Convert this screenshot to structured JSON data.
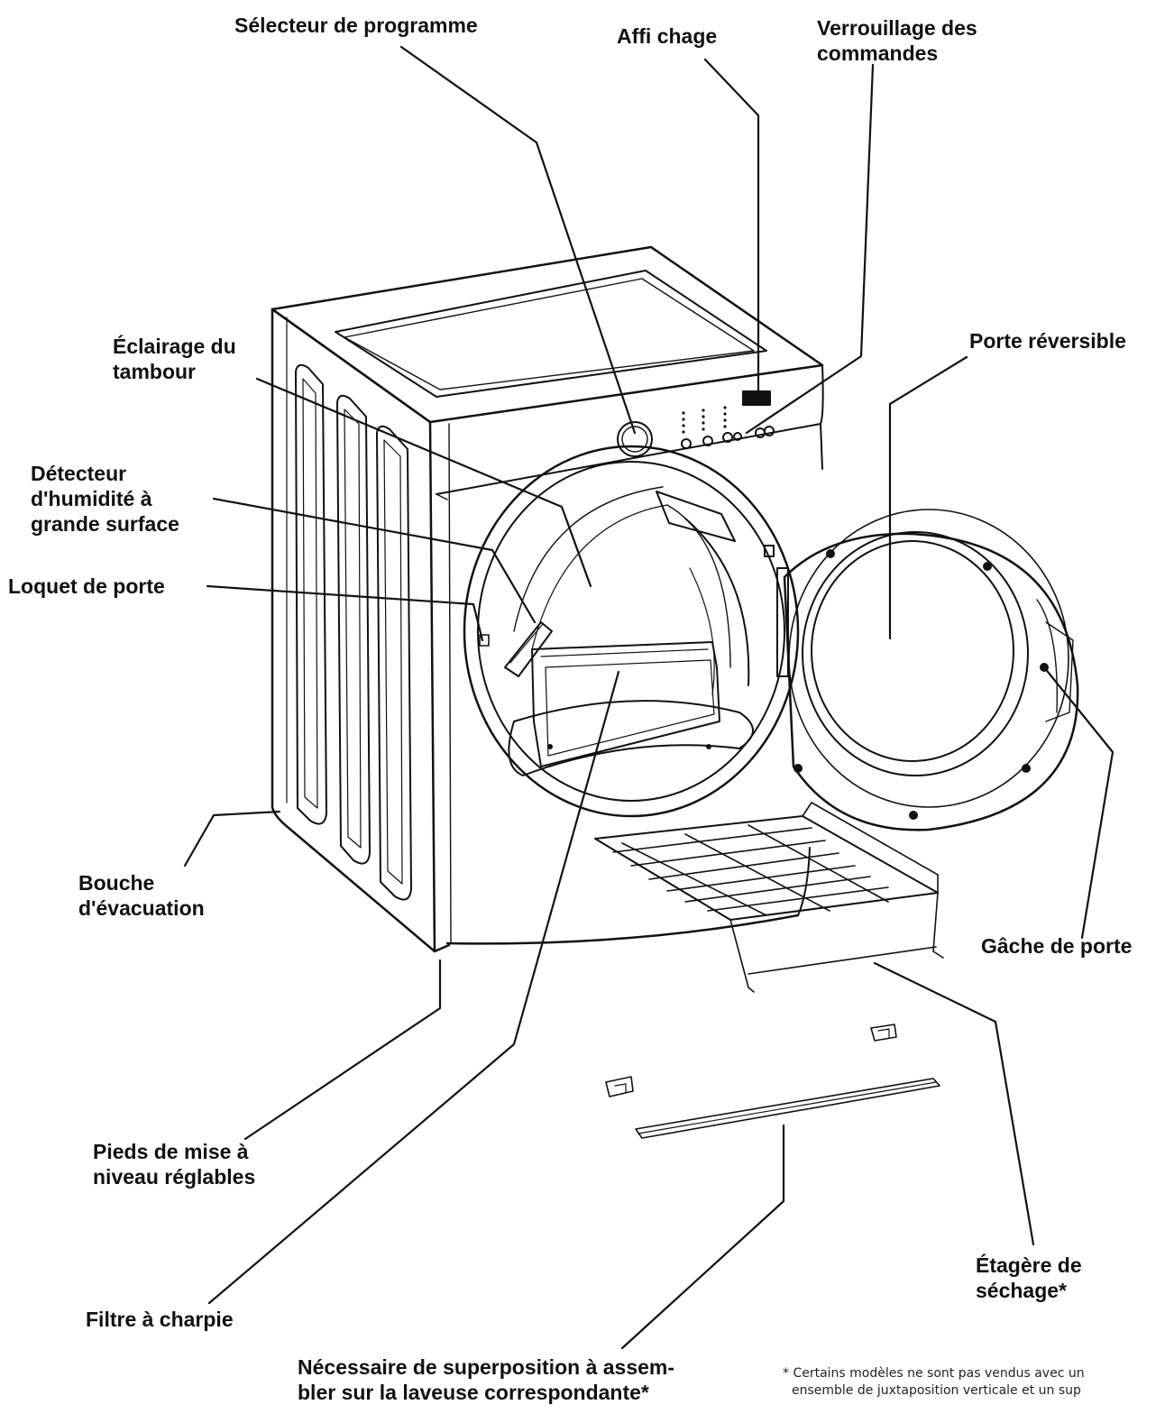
{
  "labels": {
    "program_selector": "Sélecteur de programme",
    "display": "Affi chage",
    "control_lock_1": "Verrouillage des",
    "control_lock_2": "commandes",
    "drum_light_1": "Éclairage du",
    "drum_light_2": "tambour",
    "reversible_door": "Porte réversible",
    "moisture_sensor_1": "Détecteur",
    "moisture_sensor_2": "d'humidité à",
    "moisture_sensor_3": "grande surface",
    "door_latch": "Loquet de porte",
    "exhaust_1": "Bouche",
    "exhaust_2": "d'évacuation",
    "door_strike": "Gâche de porte",
    "leveling_legs_1": "Pieds de mise à",
    "leveling_legs_2": "niveau réglables",
    "drying_rack_1": "Étagère de",
    "drying_rack_2": "séchage*",
    "lint_filter": "Filtre à charpie",
    "stacking_kit_1": "Nécessaire de superposition à assem-",
    "stacking_kit_2": "bler sur la laveuse correspondante*"
  },
  "footnote": {
    "line1": "* Certains modèles ne sont pas vendus avec un",
    "line2": "ensemble de juxtaposition verticale et un sup"
  },
  "colors": {
    "line": "#111111",
    "background": "#ffffff"
  }
}
